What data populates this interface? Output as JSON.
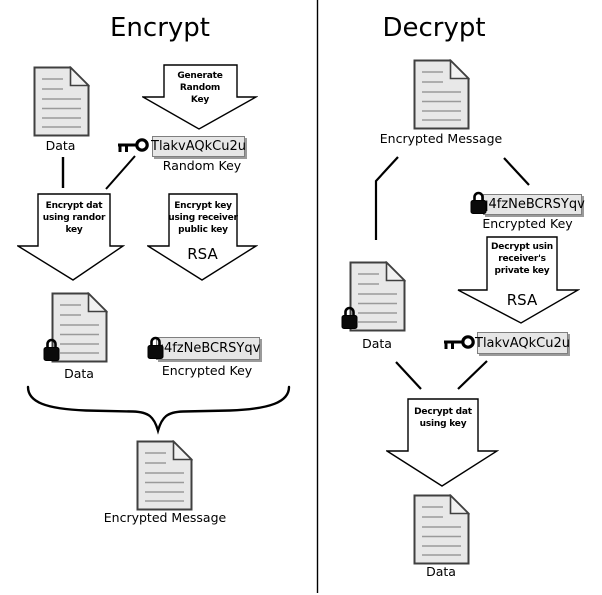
{
  "left": {
    "title": "Encrypt",
    "data_label": "Data",
    "generate_arrow": {
      "line1": "Generate",
      "line2": "Random",
      "line3": "Key"
    },
    "random_key_value": "TlakvAQkCu2u",
    "random_key_label": "Random Key",
    "encrypt_data_arrow": {
      "line1": "Encrypt dat",
      "line2": "using randor",
      "line3": "key"
    },
    "encrypt_key_arrow": {
      "line1": "Encrypt key",
      "line2": "using receiver",
      "line3": "public key",
      "algo": "RSA"
    },
    "encrypted_data_label": "Data",
    "encrypted_key_value": "q4fzNeBCRSYqv",
    "encrypted_key_label": "Encrypted Key",
    "message_label": "Encrypted Message"
  },
  "right": {
    "title": "Decrypt",
    "message_label": "Encrypted Message",
    "encrypted_key_value": "q4fzNeBCRSYqv",
    "encrypted_key_label": "Encrypted Key",
    "decrypt_key_arrow": {
      "line1": "Decrypt usin",
      "line2": "receiver's",
      "line3": "private key",
      "algo": "RSA"
    },
    "session_key_value": "TlakvAQkCu2u",
    "data_label": "Data",
    "decrypt_data_arrow": {
      "line1": "Decrypt dat",
      "line2": "using key"
    },
    "final_data_label": "Data"
  },
  "colors": {
    "document_fill": "#e8e8e8",
    "keybox_fill": "#e6e6e6",
    "keybox_border": "#7f7f7f",
    "stroke": "#000000"
  }
}
